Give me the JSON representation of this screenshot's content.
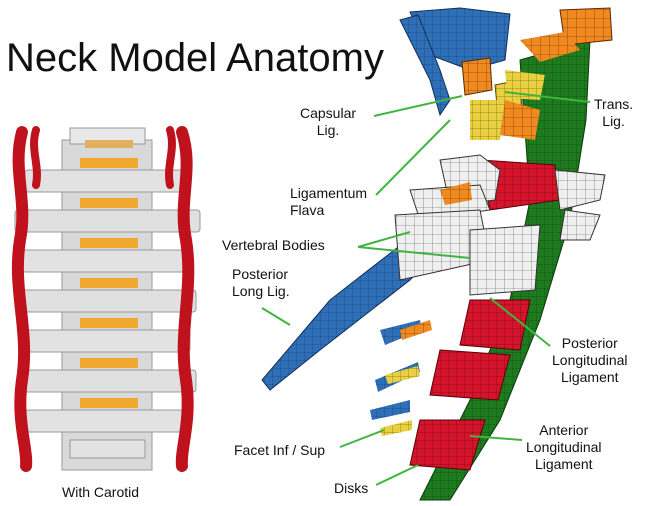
{
  "title": "Neck Model Anatomy",
  "left_panel": {
    "caption": "With Carotid"
  },
  "labels": {
    "capsular_1": "Capsular",
    "capsular_2": "Lig.",
    "trans_1": "Trans.",
    "trans_2": "Lig.",
    "ligflava_1": "Ligamentum",
    "ligflava_2": "Flava",
    "vertebral_bodies": "Vertebral Bodies",
    "posterior_long_1": "Posterior",
    "posterior_long_2": "Long Lig.",
    "post_longitudinal_1": "Posterior",
    "post_longitudinal_2": "Longitudinal",
    "post_longitudinal_3": "Ligament",
    "ant_longitudinal_1": "Anterior",
    "ant_longitudinal_2": "Longitudinal",
    "ant_longitudinal_3": "Ligament",
    "facet": "Facet Inf / Sup",
    "disks": "Disks"
  },
  "colors": {
    "leader": "#3fb53f",
    "carotid": "#c0121c",
    "vertebra": "#d8d8d8",
    "disk_orange": "#f0a830",
    "ligament_green": "#1e7a1e",
    "disk_red": "#d4142a",
    "ligament_blue": "#2f6fb8",
    "mesh_white": "#efefef",
    "mesh_orange": "#f08a20",
    "mesh_yellow": "#e8d040"
  }
}
